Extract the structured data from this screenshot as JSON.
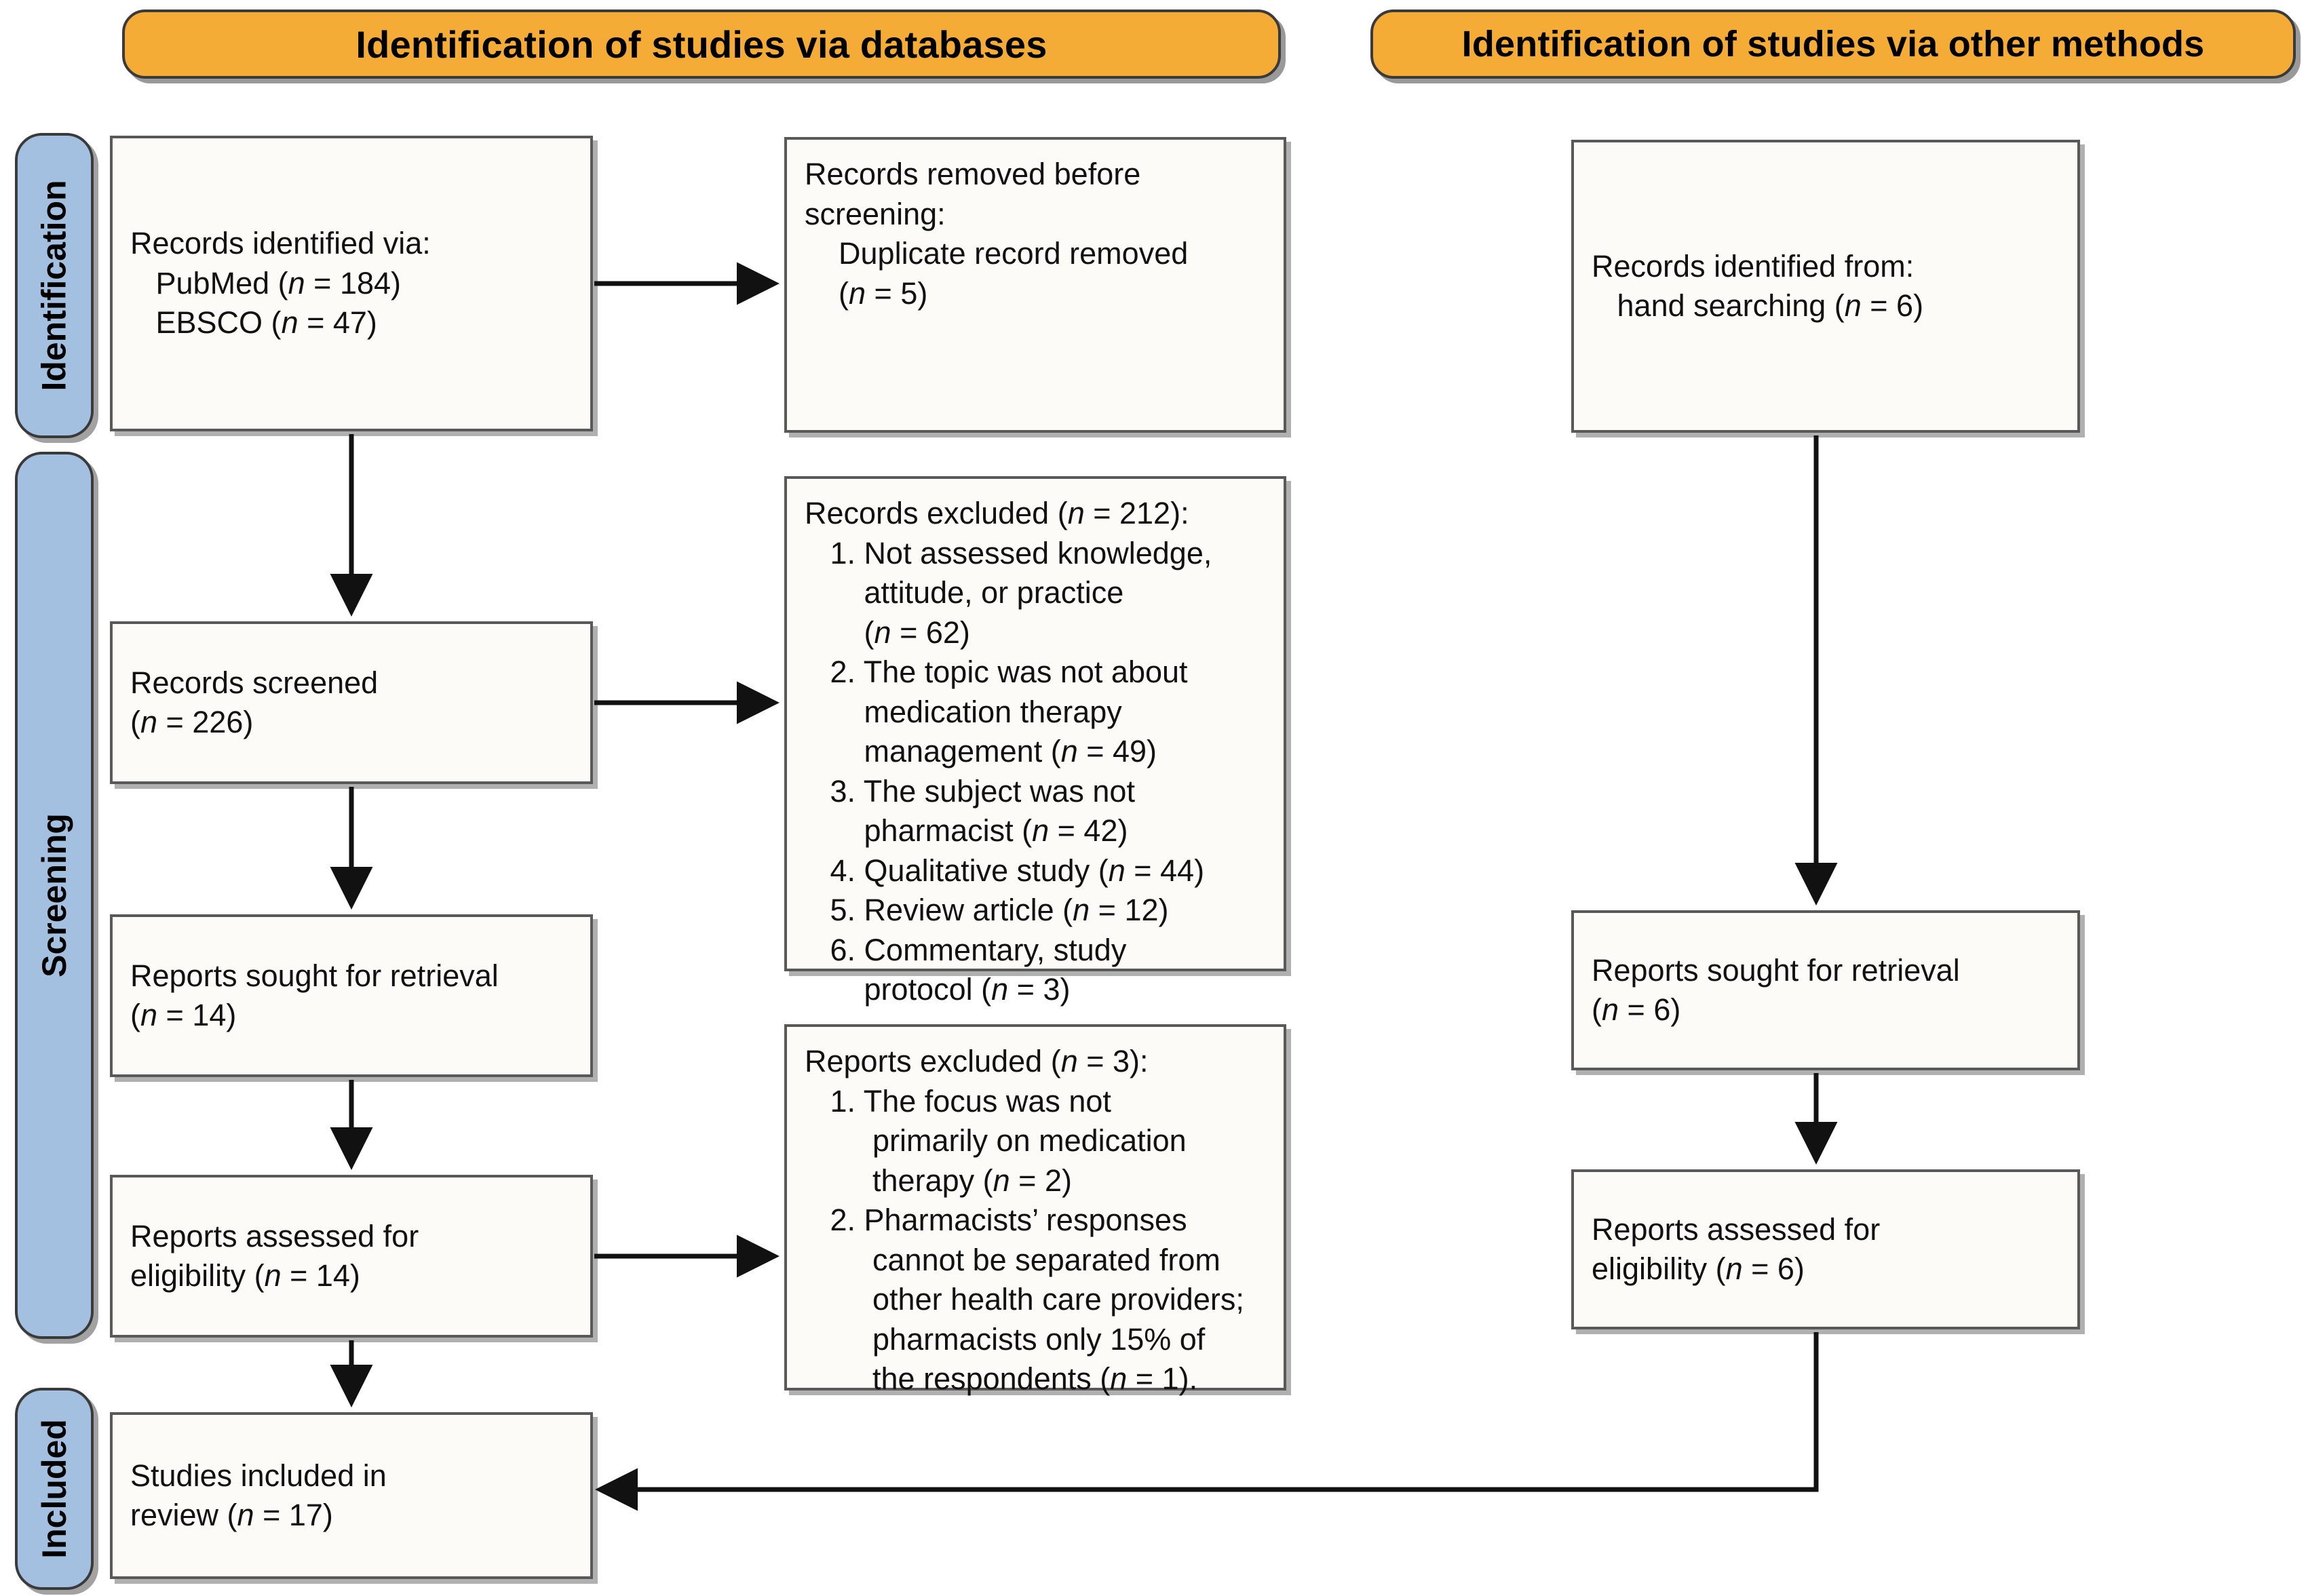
{
  "banners": {
    "databases": "Identification of studies via databases",
    "other": "Identification of studies via other methods"
  },
  "stages": {
    "identification": "Identification",
    "screening": "Screening",
    "included": "Included"
  },
  "colors": {
    "banner_fill": "#F5AC36",
    "stage_fill": "#A3C0E0",
    "node_fill": "#FCFBF7",
    "node_border": "#595959",
    "connector": "#111111"
  },
  "nodes": {
    "identified_db": "Records identified via:\n   PubMed (n = 184)\n   EBSCO (n = 47)",
    "removed": "Records removed before\nscreening:\n    Duplicate record removed\n    (n = 5)",
    "screened": "Records screened\n(n = 226)",
    "records_excluded": "Records excluded (n = 212):\n   1. Not assessed knowledge,\n       attitude, or practice\n       (n = 62)\n   2. The topic was not about\n       medication therapy\n       management (n = 49)\n   3. The subject was not\n       pharmacist (n = 42)\n   4. Qualitative study (n = 44)\n   5. Review article (n = 12)\n   6. Commentary, study\n       protocol (n = 3)",
    "sought_db": "Reports sought for retrieval\n(n = 14)",
    "reports_excluded": "Reports excluded (n = 3):\n   1. The focus was not\n        primarily on medication\n        therapy (n = 2)\n   2. Pharmacists’ responses\n        cannot be separated from\n        other health care providers;\n        pharmacists only 15% of\n        the respondents (n = 1).",
    "assessed_db": "Reports assessed for\neligibility (n = 14)",
    "included": "Studies included in\nreview (n = 17)",
    "identified_other": "Records identified from:\n   hand searching (n = 6)",
    "sought_other": "Reports sought for retrieval\n(n = 6)",
    "assessed_other": "Reports assessed for\neligibility (n = 6)"
  },
  "counts": {
    "pubmed": 184,
    "ebsco": 47,
    "duplicates_removed": 5,
    "records_screened": 226,
    "records_excluded_total": 212,
    "excluded_not_kap": 62,
    "excluded_topic_not_mtm": 49,
    "excluded_subject_not_pharmacist": 42,
    "excluded_qualitative": 44,
    "excluded_review": 12,
    "excluded_commentary_protocol": 3,
    "reports_sought_db": 14,
    "reports_assessed_db": 14,
    "reports_excluded_total": 3,
    "reports_excluded_focus": 2,
    "reports_excluded_not_separable": 1,
    "hand_searching": 6,
    "reports_sought_other": 6,
    "reports_assessed_other": 6,
    "studies_included": 17
  }
}
